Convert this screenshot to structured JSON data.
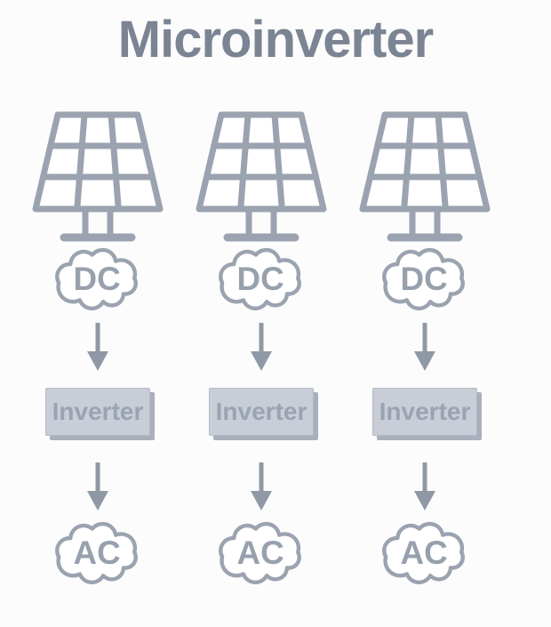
{
  "title": "Microinverter",
  "colors": {
    "background": "#fcfcfd",
    "title_text": "#7b8492",
    "icon_stroke": "#9aa3af",
    "arrow": "#8f99a5",
    "box_fill": "#c8cdd7",
    "box_shadow": "#a9b0bb",
    "box_border": "#b3bac4",
    "box_text": "#9aa3b1",
    "cloud_text": "#97a1ad"
  },
  "diagram": {
    "description": "Three identical solar-panel chains: panel produces DC, DC flows to an inverter, inverter outputs AC"
  },
  "columns": [
    {
      "panel_icon": "solar-panel-icon",
      "dc_label": "DC",
      "inverter_label": "Inverter",
      "ac_label": "AC"
    },
    {
      "panel_icon": "solar-panel-icon",
      "dc_label": "DC",
      "inverter_label": "Inverter",
      "ac_label": "AC"
    },
    {
      "panel_icon": "solar-panel-icon",
      "dc_label": "DC",
      "inverter_label": "Inverter",
      "ac_label": "AC"
    }
  ]
}
